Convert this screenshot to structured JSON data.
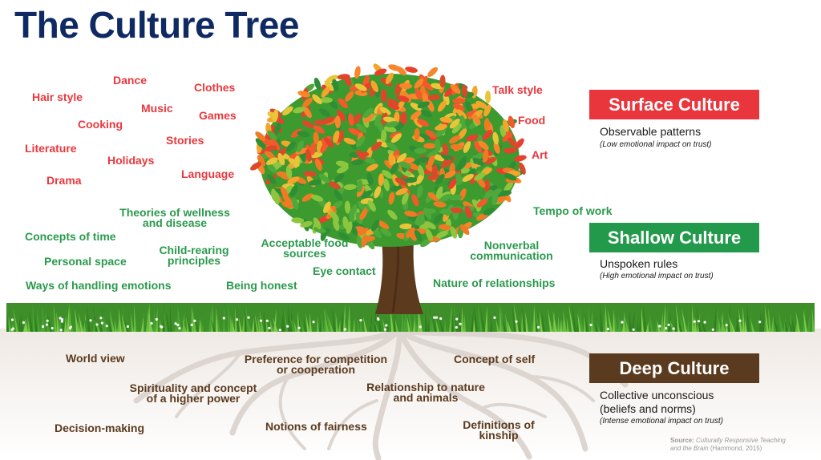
{
  "title": "The Culture Tree",
  "surface": {
    "badge": "Surface Culture",
    "description": "Observable patterns",
    "note": "(Low emotional impact on trust)",
    "color": "#e8363c",
    "items": {
      "dance": "Dance",
      "clothes": "Clothes",
      "hair_style": "Hair style",
      "music": "Music",
      "games": "Games",
      "cooking": "Cooking",
      "stories": "Stories",
      "literature": "Literature",
      "holidays": "Holidays",
      "language": "Language",
      "drama": "Drama",
      "talk_style": "Talk style",
      "food": "Food",
      "art": "Art"
    }
  },
  "shallow": {
    "badge": "Shallow Culture",
    "description": "Unspoken rules",
    "note": "(High emotional impact on trust)",
    "color": "#239a4b",
    "items": {
      "theories_wellness_1": "Theories of wellness",
      "theories_wellness_2": "and disease",
      "tempo_of_work": "Tempo of work",
      "concepts_of_time": "Concepts of time",
      "acceptable_food_1": "Acceptable food",
      "acceptable_food_2": "sources",
      "nonverbal_1": "Nonverbal",
      "nonverbal_2": "communication",
      "child_rearing_1": "Child-rearing",
      "child_rearing_2": "principles",
      "personal_space": "Personal space",
      "eye_contact": "Eye contact",
      "nature_of_relationships": "Nature of relationships",
      "ways_of_handling_emotions": "Ways of handling emotions",
      "being_honest": "Being honest"
    }
  },
  "deep": {
    "badge": "Deep Culture",
    "description_1": "Collective unconscious",
    "description_2": "(beliefs and norms)",
    "note": "(Intense emotional impact on trust)",
    "color": "#5b3b1f",
    "items": {
      "world_view": "World view",
      "competition_1": "Preference for competition",
      "competition_2": "or cooperation",
      "concept_of_self": "Concept of self",
      "spirituality_1": "Spirituality and concept",
      "spirituality_2": "of a higher power",
      "relationship_nature_1": "Relationship to nature",
      "relationship_nature_2": "and animals",
      "decision_making": "Decision-making",
      "notions_of_fairness": "Notions of fairness",
      "kinship_1": "Definitions of",
      "kinship_2": "kinship"
    }
  },
  "source": {
    "prefix": "Source:",
    "work_line_1": "Culturally Responsive Teaching",
    "work_line_2": "and the Brain",
    "author": "(Hammond, 2015)"
  }
}
